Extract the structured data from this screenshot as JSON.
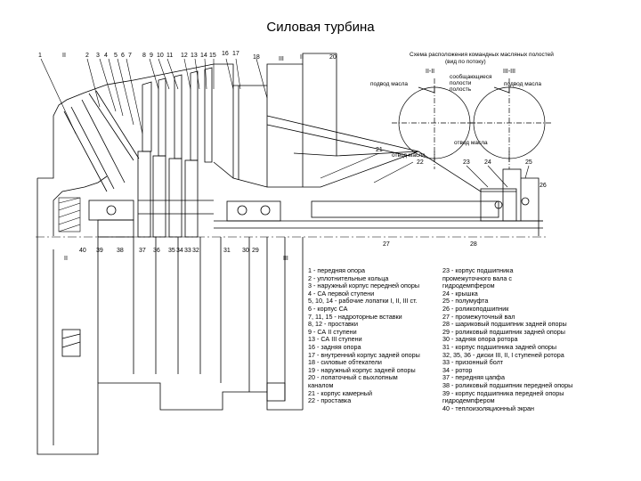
{
  "title": "Силовая турбина",
  "scheme": {
    "caption_1": "Схема расположения командных масляных полостей",
    "caption_2": "(вид по потоку)",
    "section_left": "II-II",
    "section_right": "III-III",
    "oil_supply": "подвод масла",
    "oil_drain": "отвод масла",
    "oil_supply_right": "подвод масла",
    "oil_drain_right": "отвод масла",
    "note_1": "сообщающиеся",
    "note_2": "полости",
    "note_3": "полость"
  },
  "top_labels": [
    "1",
    "II",
    "2",
    "3",
    "4",
    "5",
    "6",
    "7",
    "8",
    "9",
    "10",
    "11",
    "12",
    "13",
    "14",
    "15",
    "16",
    "17",
    "18",
    "III",
    "II",
    "20"
  ],
  "bottom_labels": [
    "40",
    "39",
    "38",
    "37",
    "36",
    "35",
    "34",
    "33",
    "32",
    "31",
    "30",
    "29",
    "28",
    "27"
  ],
  "right_labels": [
    "21",
    "22",
    "23",
    "24",
    "25",
    "26"
  ],
  "section_marks": [
    "II",
    "III"
  ],
  "legend_left": [
    "1 - передняя опора",
    "2 - уплотнительные кольца",
    "3 - наружный корпус передней опоры",
    "4 - СА первой ступени",
    "5, 10, 14 - рабочие лопатки I, II, III ст.",
    "6 - корпус СА",
    "7, 11, 15 - надроторные вставки",
    "8, 12 - проставки",
    "9 - СА II ступени",
    "13 - СА III ступени",
    "16 - задняя опора",
    "17 - внутренний корпус задней опоры",
    "18 - силовые обтекатели",
    "19 - наружный корпус задней опоры",
    "20 - лопаточный с выхлопным",
    "каналом",
    "21 - корпус камерный",
    "22 - проставка"
  ],
  "legend_right": [
    "23 - корпус подшипника",
    "промежуточного вала с",
    "гидродемпфером",
    "24 - крышка",
    "25 - полумуфта",
    "26 - роликоподшипник",
    "27 - промежуточный вал",
    "28 - шариковый подшипник задней опоры",
    "29 - роликовый подшипник задней опоры",
    "30 - задняя опора ротора",
    "31 - корпус подшипника задней опоры",
    "32, 35, 36 - диски III, II, I ступеней ротора",
    "33 - призонный болт",
    "34 - ротор",
    "37 - передняя цапфа",
    "38 - роликовый подшипник передней опоры",
    "39 - корпус подшипника передней опоры",
    "гидродемпфером",
    "40 - теплоизоляционный экран"
  ]
}
